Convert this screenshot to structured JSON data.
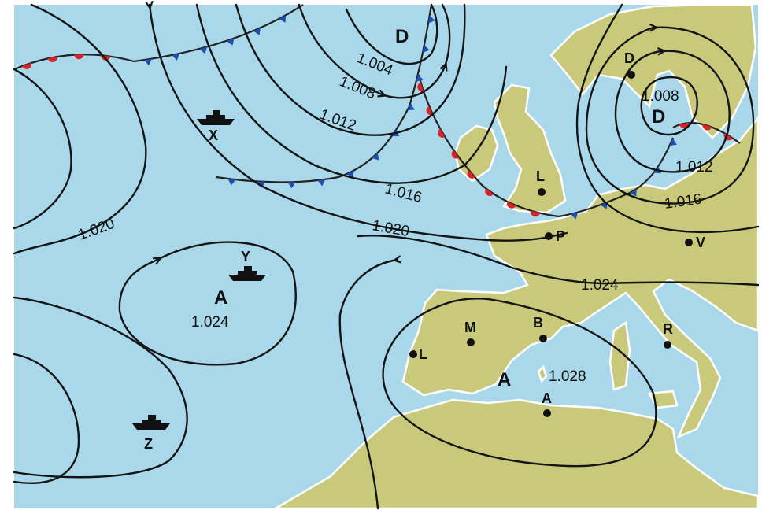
{
  "map": {
    "colors": {
      "sea": "#a9d8ea",
      "land": "#c9c97c",
      "coast": "#ffffff",
      "isobar": "#141414",
      "warm_front": "#d8222a",
      "cold_front": "#1e4fb0"
    },
    "isobar_labels": {
      "i1004": "1.004",
      "i1008": "1.008",
      "i1012": "1.012",
      "i1016": "1.016",
      "i1020_center": "1.020",
      "i1020_west": "1.020",
      "i1024": "1.024",
      "i1008_north": "1.008",
      "i1012_north": "1.012",
      "i1016_north": "1.016"
    },
    "pressure_centers": {
      "low_atlantic": {
        "letter": "D"
      },
      "low_north": {
        "letter": "D"
      },
      "high_atlantic": {
        "letter": "A",
        "value": "1.024"
      },
      "high_iberia": {
        "letter": "A",
        "value": "1.028"
      }
    },
    "cities": {
      "north": "D",
      "london": "L",
      "paris": "P",
      "vienna": "V",
      "madrid": "M",
      "barcelona": "B",
      "lisbon": "L",
      "rome": "R",
      "algiers": "A"
    },
    "ships": {
      "x": "X",
      "y": "Y",
      "z": "Z"
    },
    "icons": [
      "ship-icon",
      "city-dot-icon",
      "warm-front-semicircle-icon",
      "cold-front-triangle-icon",
      "flow-arrow-icon"
    ]
  }
}
